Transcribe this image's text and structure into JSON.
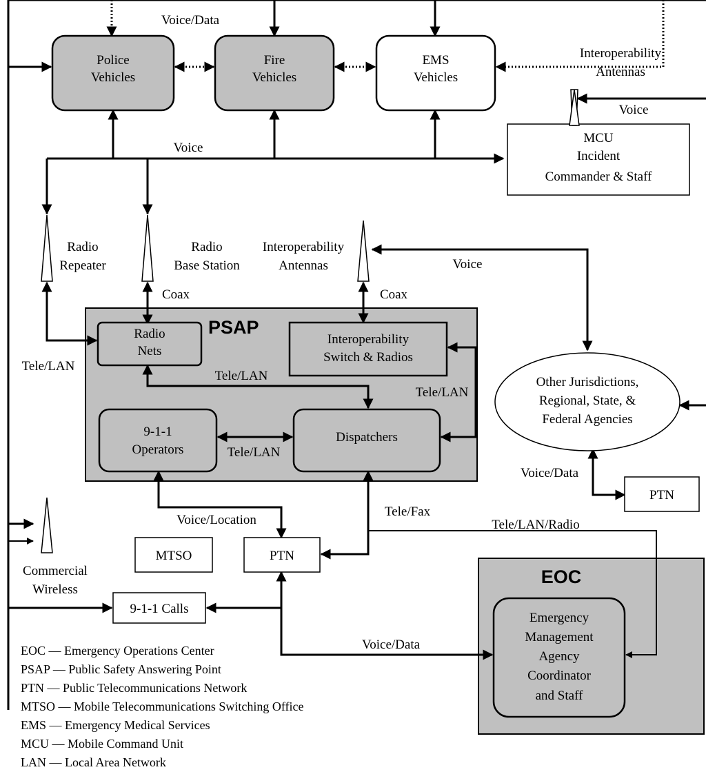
{
  "nodes": {
    "police": [
      "Police",
      "Vehicles"
    ],
    "fire": [
      "Fire",
      "Vehicles"
    ],
    "ems": [
      "EMS",
      "Vehicles"
    ],
    "mcu": [
      "MCU",
      "Incident",
      "Commander & Staff"
    ],
    "radio_nets": [
      "Radio",
      "Nets"
    ],
    "interop_switch": [
      "Interoperability",
      "Switch & Radios"
    ],
    "operators": [
      "9-1-1",
      "Operators"
    ],
    "dispatchers": "Dispatchers",
    "other_jur": [
      "Other Jurisdictions,",
      "Regional, State, &",
      "Federal Agencies"
    ],
    "ptn_right": "PTN",
    "mtso": "MTSO",
    "ptn_center": "PTN",
    "calls": "9-1-1 Calls",
    "ema": [
      "Emergency",
      "Management",
      "Agency",
      "Coordinator",
      "and Staff"
    ],
    "psap_title": "PSAP",
    "eoc_title": "EOC"
  },
  "antennas": {
    "interop_top": [
      "Interoperability",
      "Antennas"
    ],
    "radio_repeater": [
      "Radio",
      "Repeater"
    ],
    "radio_base": [
      "Radio",
      "Base Station"
    ],
    "interop_mid": [
      "Interoperability",
      "Antennas"
    ],
    "commercial": [
      "Commercial",
      "Wireless"
    ]
  },
  "links": {
    "voice_data_top": "Voice/Data",
    "voice_mcu": "Voice",
    "voice_bus": "Voice",
    "voice_other": "Voice",
    "coax_base": "Coax",
    "coax_interop": "Coax",
    "tele_lan_left": "Tele/LAN",
    "tele_lan_center": "Tele/LAN",
    "tele_lan_right": "Tele/LAN",
    "tele_lan_ops": "Tele/LAN",
    "voice_data_ptn": "Voice/Data",
    "voice_location": "Voice/Location",
    "tele_fax": "Tele/Fax",
    "tele_lan_radio": "Tele/LAN/Radio",
    "voice_data_eoc": "Voice/Data"
  },
  "legend": [
    "EOC — Emergency Operations Center",
    "PSAP — Public Safety Answering Point",
    "PTN — Public Telecommunications Network",
    "MTSO — Mobile Telecommunications Switching Office",
    "EMS — Emergency Medical Services",
    "MCU — Mobile Command Unit",
    "LAN — Local Area Network"
  ]
}
